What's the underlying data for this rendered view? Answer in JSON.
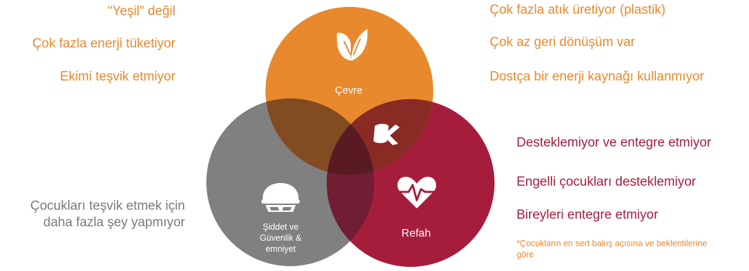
{
  "colors": {
    "environment": "#E8892D",
    "welfare": "#A61D3C",
    "safety": "#808080",
    "text_gray": "#7a7a7a"
  },
  "circles": {
    "environment": {
      "label": "Çevre",
      "icon": "leaf-icon"
    },
    "welfare": {
      "label": "Refah",
      "icon": "heart-pulse-icon"
    },
    "safety": {
      "label_lines": [
        "Şiddet ve",
        "Güvenlik &",
        "emniyet"
      ],
      "icon": "masked-figure-icon"
    },
    "center_logo": {
      "icon": "k-logo-icon"
    }
  },
  "left_orange": [
    "\"Yeşil\" değil",
    "Çok fazla enerji tüketiyor",
    "Ekimi teşvik etmiyor"
  ],
  "right_orange": [
    "Çok fazla atık üretiyor (plastik)",
    "Çok az geri dönüşüm var",
    "Dostça bir enerji kaynağı kullanmıyor"
  ],
  "right_red": [
    "Desteklemiyor ve entegre etmiyor",
    "Engelli çocukları desteklemiyor",
    "Bireyleri entegre etmiyor"
  ],
  "left_gray": [
    "Çocukları teşvik etmek için",
    "daha fazla şey yapmıyor"
  ],
  "footnote": "*Çocukların en sert bakış açısına ve beklentilerine göre"
}
